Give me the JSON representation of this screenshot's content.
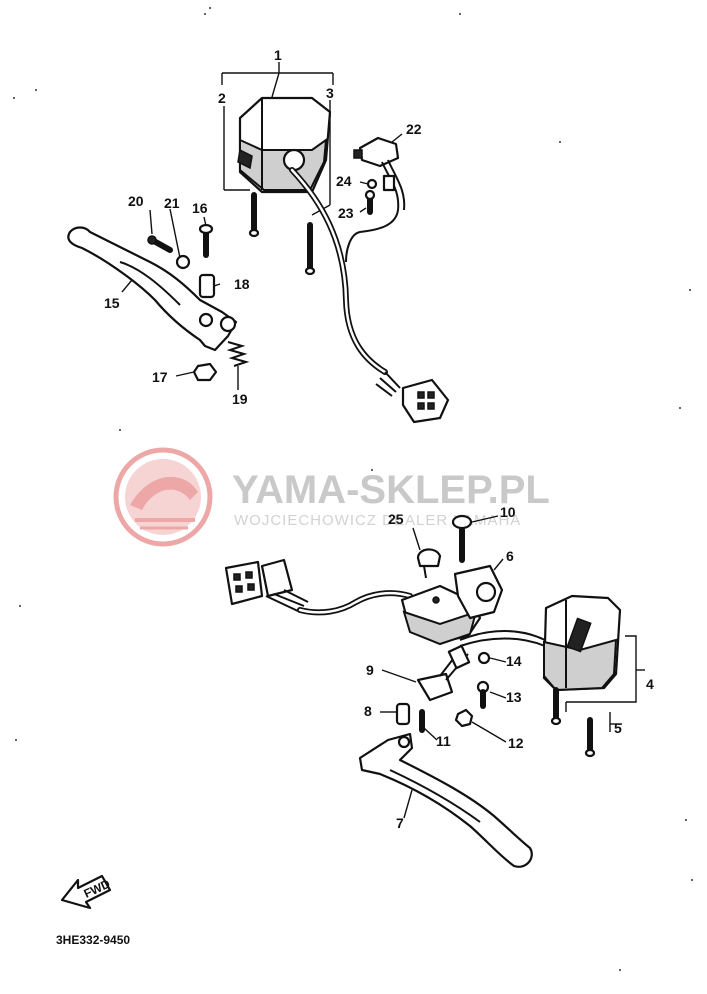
{
  "watermark": {
    "title": "YAMA-SKLEP.PL",
    "subtitle": "WOJCIECHOWICZ DEALER YAMAHA",
    "logo_color": "#e88a8a"
  },
  "diagram_code": "3HE332-9450",
  "front_arrow_label": "FWD",
  "callouts": {
    "c1": "1",
    "c2": "2",
    "c3": "3",
    "c4": "4",
    "c5": "5",
    "c6": "6",
    "c7": "7",
    "c8": "8",
    "c9": "9",
    "c10": "10",
    "c11": "11",
    "c12": "12",
    "c13": "13",
    "c14": "14",
    "c15": "15",
    "c16": "16",
    "c17": "17",
    "c18": "18",
    "c19": "19",
    "c20": "20",
    "c21": "21",
    "c22": "22",
    "c23": "23",
    "c24": "24",
    "c25": "25"
  }
}
